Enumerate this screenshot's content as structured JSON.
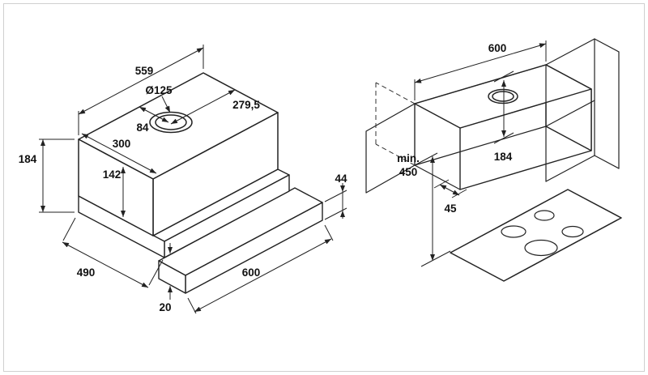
{
  "colors": {
    "line": "#222222",
    "background": "#ffffff",
    "frame": "#cfcfcf"
  },
  "hood": {
    "labels": {
      "top_width": "559",
      "vent_diameter": "Ø125",
      "vent_offset": "279,5",
      "vent_back_offset": "84",
      "body_depth": "300",
      "body_height": "142",
      "total_height": "184",
      "chassis_depth": "490",
      "visor_width": "600",
      "visor_height": "44",
      "visor_lip": "20"
    }
  },
  "install": {
    "labels": {
      "niche_width": "600",
      "min_label": "min.",
      "min_value": "450",
      "niche_height": "184",
      "front_offset": "45"
    }
  }
}
